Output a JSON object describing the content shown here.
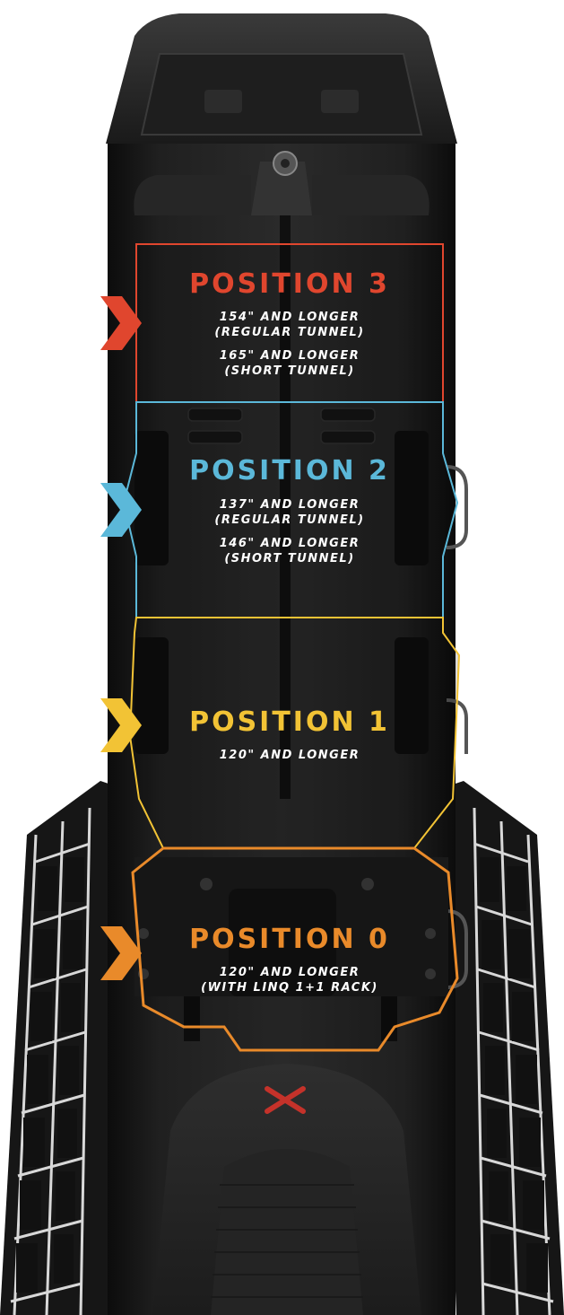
{
  "positions": [
    {
      "title": "POSITION 3",
      "color": "#e0462e",
      "lines": [
        "154\" AND LONGER",
        "(REGULAR TUNNEL)",
        "165\" AND LONGER",
        "(SHORT TUNNEL)"
      ]
    },
    {
      "title": "POSITION 2",
      "color": "#5bb8d9",
      "lines": [
        "137\" AND LONGER",
        "(REGULAR TUNNEL)",
        "146\" AND LONGER",
        "(SHORT TUNNEL)"
      ]
    },
    {
      "title": "POSITION 1",
      "color": "#f2c335",
      "lines": [
        "120\" AND LONGER"
      ]
    },
    {
      "title": "POSITION 0",
      "color": "#e98a2a",
      "lines": [
        "120\" AND LONGER",
        "(WITH LINQ 1+1 RACK)"
      ]
    }
  ],
  "logo_icon": "x-brand-icon"
}
